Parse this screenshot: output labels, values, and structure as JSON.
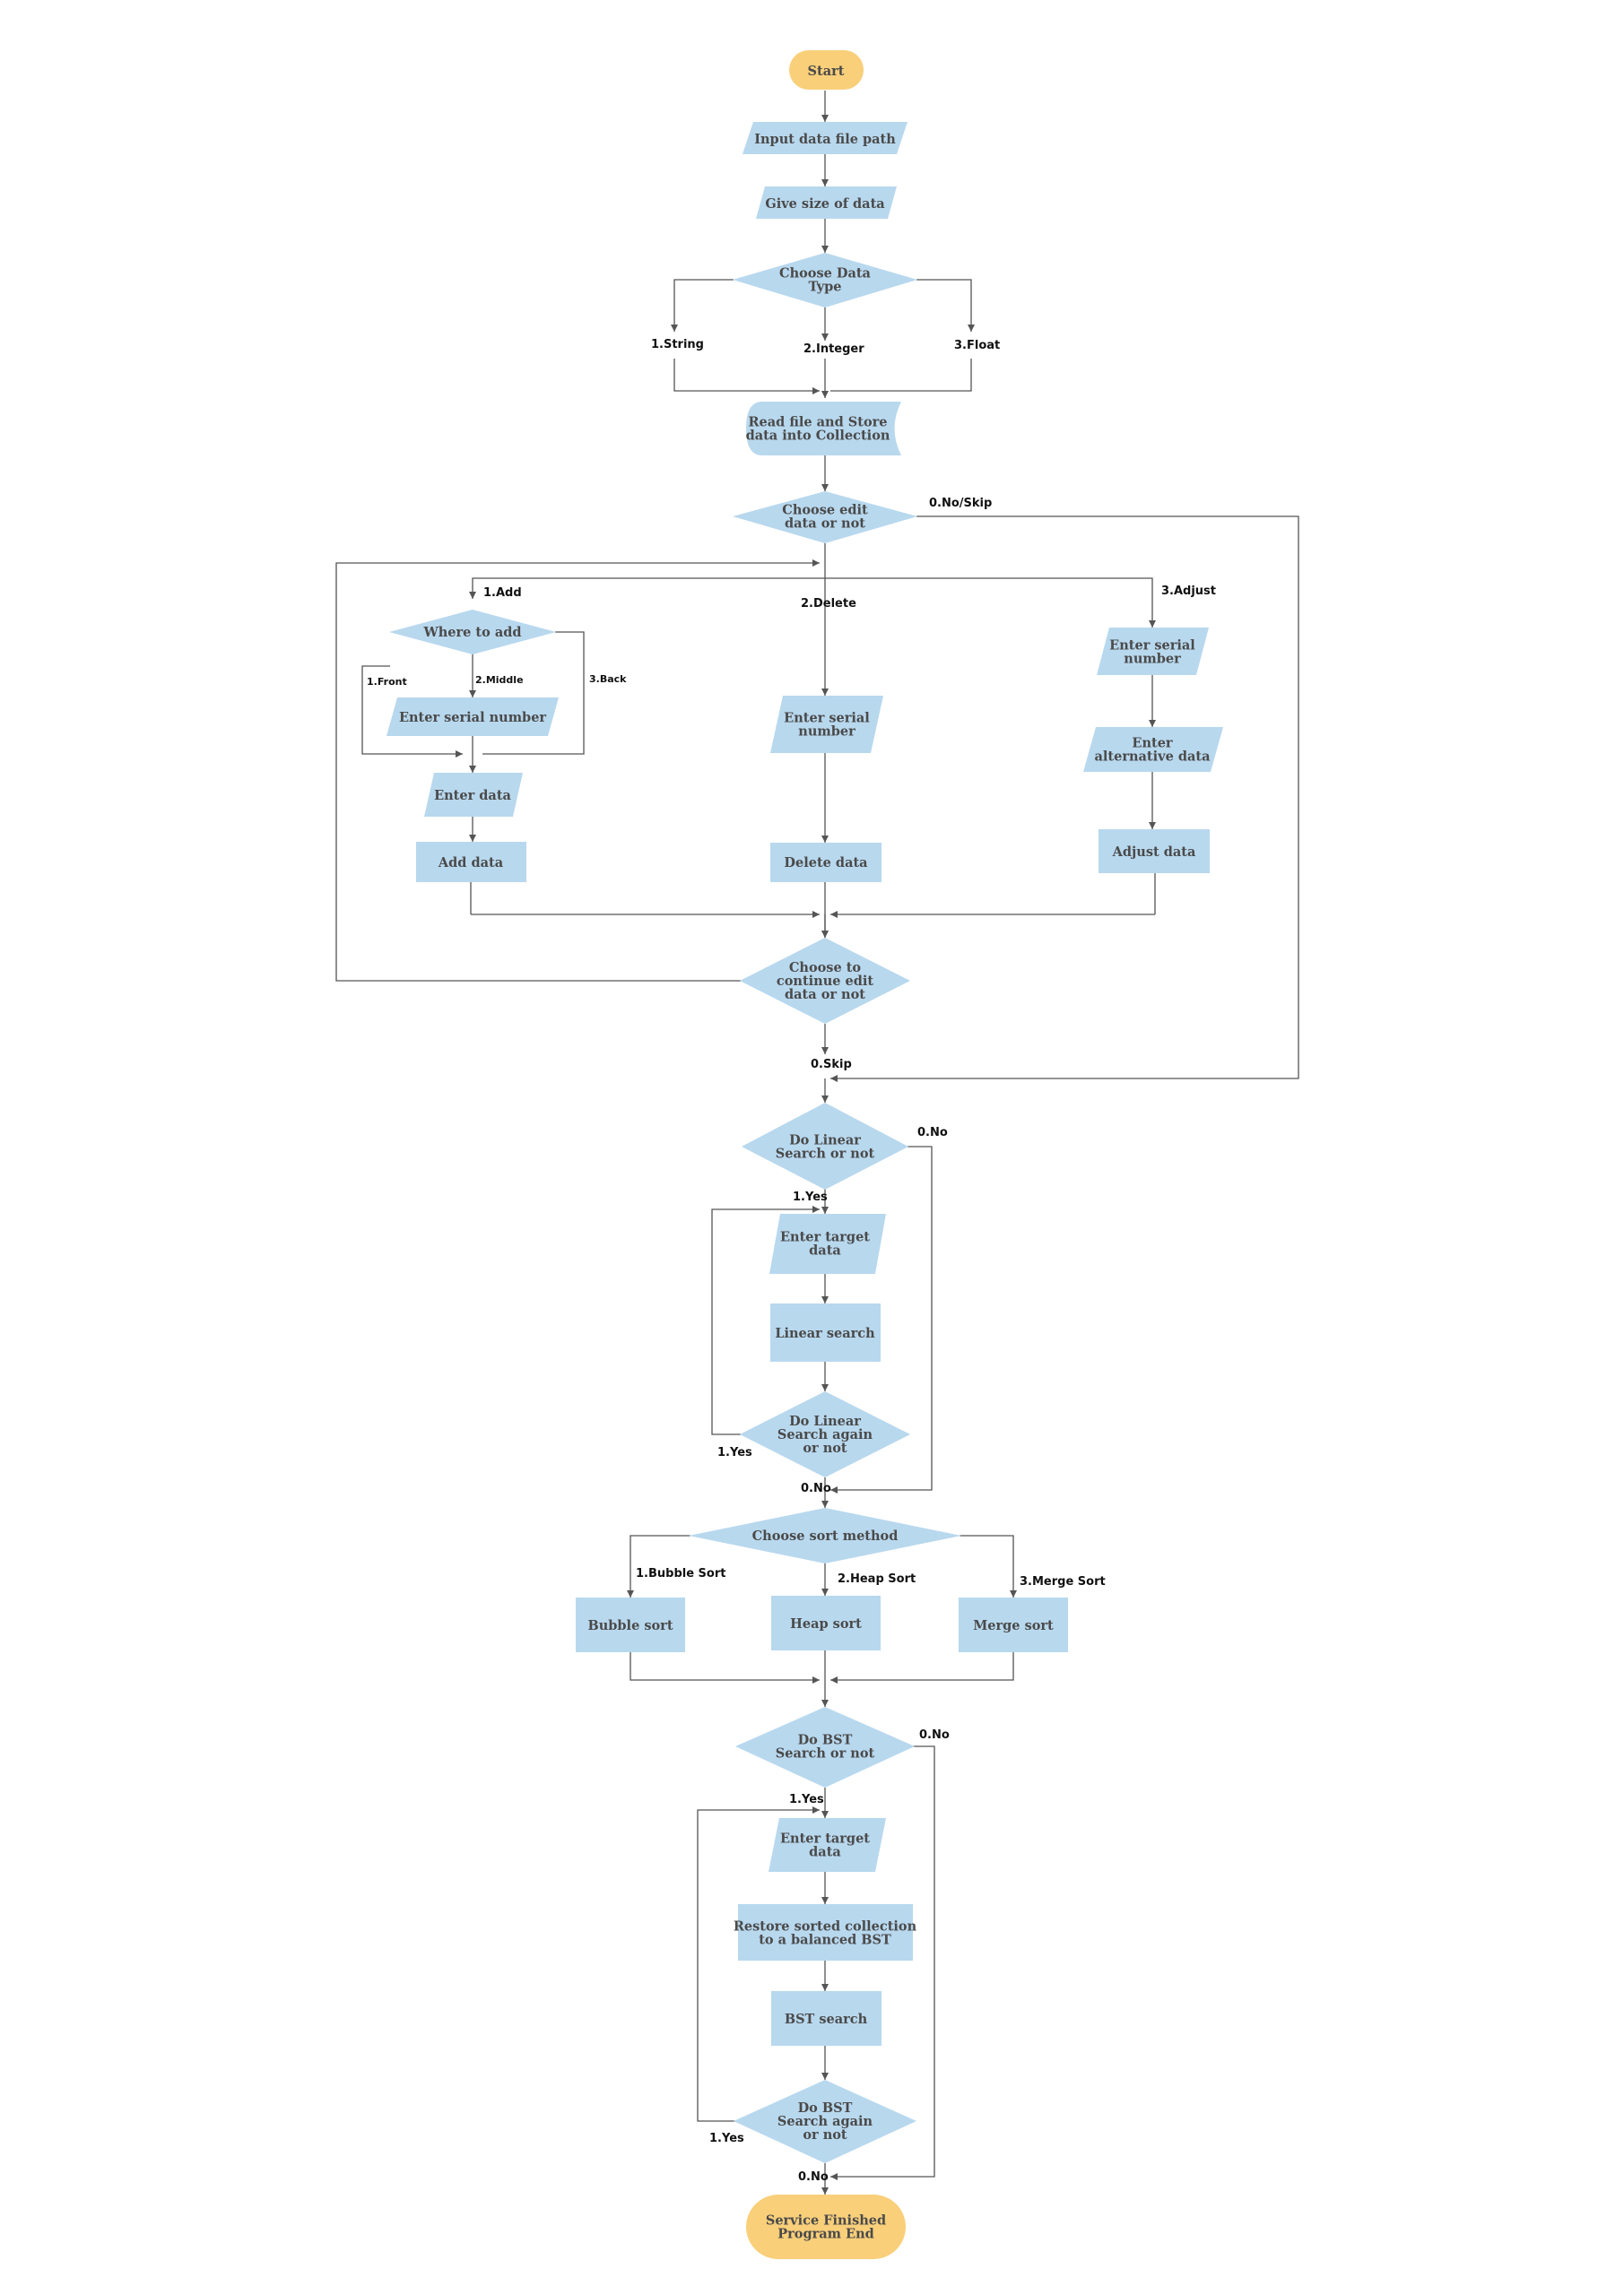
{
  "nodes": {
    "start": [
      "Start"
    ],
    "input_path": [
      "Input data file path"
    ],
    "give_size": [
      "Give size of data"
    ],
    "choose_type": [
      "Choose Data",
      "Type"
    ],
    "read_store": [
      "Read file and Store",
      "data into Collection"
    ],
    "choose_edit": [
      "Choose edit",
      "data or not"
    ],
    "where_add": [
      "Where to add"
    ],
    "add_serial": [
      "Enter serial number"
    ],
    "enter_data": [
      "Enter data"
    ],
    "add_data": [
      "Add data"
    ],
    "del_serial": [
      "Enter serial",
      "number"
    ],
    "delete_data": [
      "Delete data"
    ],
    "adj_serial": [
      "Enter serial",
      "number"
    ],
    "alt_data": [
      "Enter",
      "alternative data"
    ],
    "adjust_data": [
      "Adjust data"
    ],
    "continue_edit": [
      "Choose to",
      "continue edit",
      "data or not"
    ],
    "linear_q": [
      "Do Linear",
      "Search or not"
    ],
    "lin_target": [
      "Enter target",
      "data"
    ],
    "linear_search": [
      "Linear search"
    ],
    "linear_again": [
      "Do Linear",
      "Search again",
      "or not"
    ],
    "sort_method": [
      "Choose sort method"
    ],
    "bubble": [
      "Bubble sort"
    ],
    "heap": [
      "Heap sort"
    ],
    "merge": [
      "Merge sort"
    ],
    "bst_q": [
      "Do BST",
      "Search or not"
    ],
    "bst_target": [
      "Enter target",
      "data"
    ],
    "restore_bst": [
      "Restore sorted collection",
      "to a balanced BST"
    ],
    "bst_search": [
      "BST search"
    ],
    "bst_again": [
      "Do BST",
      "Search again",
      "or not"
    ],
    "end": [
      "Service Finished",
      "Program End"
    ]
  },
  "edge_labels": {
    "string": "1.String",
    "integer": "2.Integer",
    "float": "3.Float",
    "no_skip": "0.No/Skip",
    "add": "1.Add",
    "delete": "2.Delete",
    "adjust": "3.Adjust",
    "front": "1.Front",
    "middle": "2.Middle",
    "back": "3.Back",
    "skip": "0.Skip",
    "lin_no": "0.No",
    "lin_yes": "1.Yes",
    "lin_again_yes": "1.Yes",
    "lin_again_no": "0.No",
    "bubble_sort": "1.Bubble Sort",
    "heap_sort": "2.Heap Sort",
    "merge_sort": "3.Merge Sort",
    "bst_no": "0.No",
    "bst_yes": "1.Yes",
    "bst_again_yes": "1.Yes",
    "bst_again_no": "0.No"
  }
}
